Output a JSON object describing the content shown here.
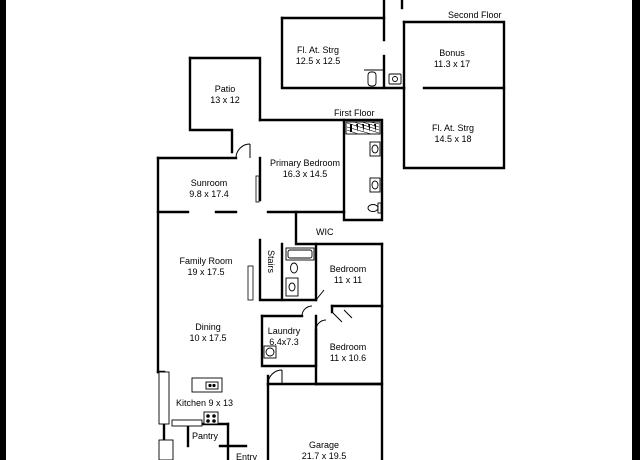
{
  "floors": {
    "second": "Second Floor",
    "first": "First Floor"
  },
  "rooms": {
    "fl_at_strg_1": {
      "name": "Fl. At. Strg",
      "dims": "12.5 x 12.5"
    },
    "bonus": {
      "name": "Bonus",
      "dims": "11.3 x 17"
    },
    "fl_at_strg_2": {
      "name": "Fl. At. Strg",
      "dims": "14.5 x 18"
    },
    "patio": {
      "name": "Patio",
      "dims": "13 x 12"
    },
    "primary_bedroom": {
      "name": "Primary Bedroom",
      "dims": "16.3 x 14.5"
    },
    "sunroom": {
      "name": "Sunroom",
      "dims": "9.8 x 17.4"
    },
    "wic": {
      "name": "WIC"
    },
    "family_room": {
      "name": "Family Room",
      "dims": "19 x 17.5"
    },
    "stairs": {
      "name": "Stairs"
    },
    "bedroom_1": {
      "name": "Bedroom",
      "dims": "11 x 11"
    },
    "dining": {
      "name": "Dining",
      "dims": "10 x 17.5"
    },
    "laundry": {
      "name": "Laundry",
      "dims": "6.4x7.3"
    },
    "bedroom_2": {
      "name": "Bedroom",
      "dims": "11 x 10.6"
    },
    "kitchen": {
      "name": "Kitchen 9 x 13"
    },
    "pantry": {
      "name": "Pantry"
    },
    "garage": {
      "name": "Garage",
      "dims": "21.7 x 19.5"
    },
    "entry": {
      "name": "Entry"
    }
  }
}
